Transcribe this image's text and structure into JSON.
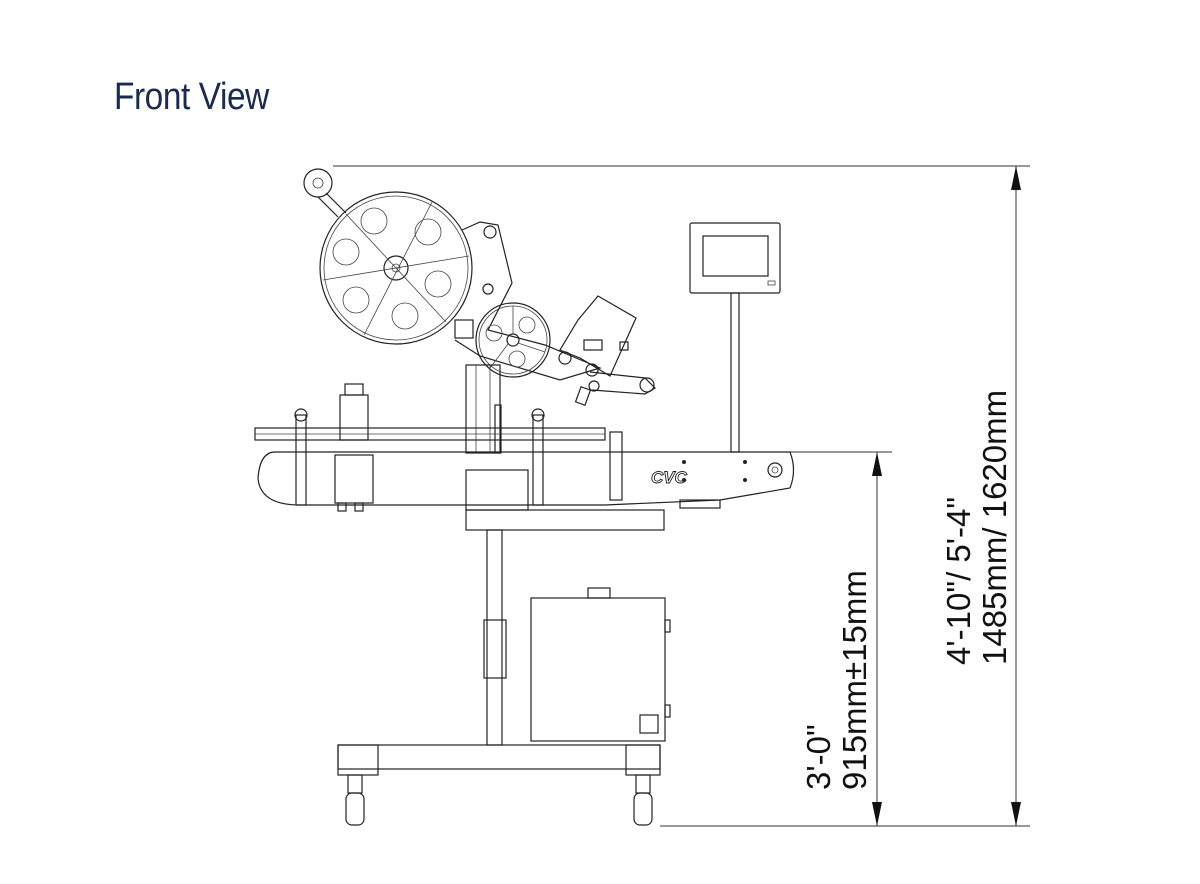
{
  "title": "Front View",
  "brand_logo_text": "CVC",
  "dimensions": {
    "conveyor_height_imperial": "3'-0\"",
    "conveyor_height_metric": "915mm±15mm",
    "overall_height_imperial": "4'-10\"/ 5'-4\"",
    "overall_height_metric": "1485mm/  1620mm"
  }
}
